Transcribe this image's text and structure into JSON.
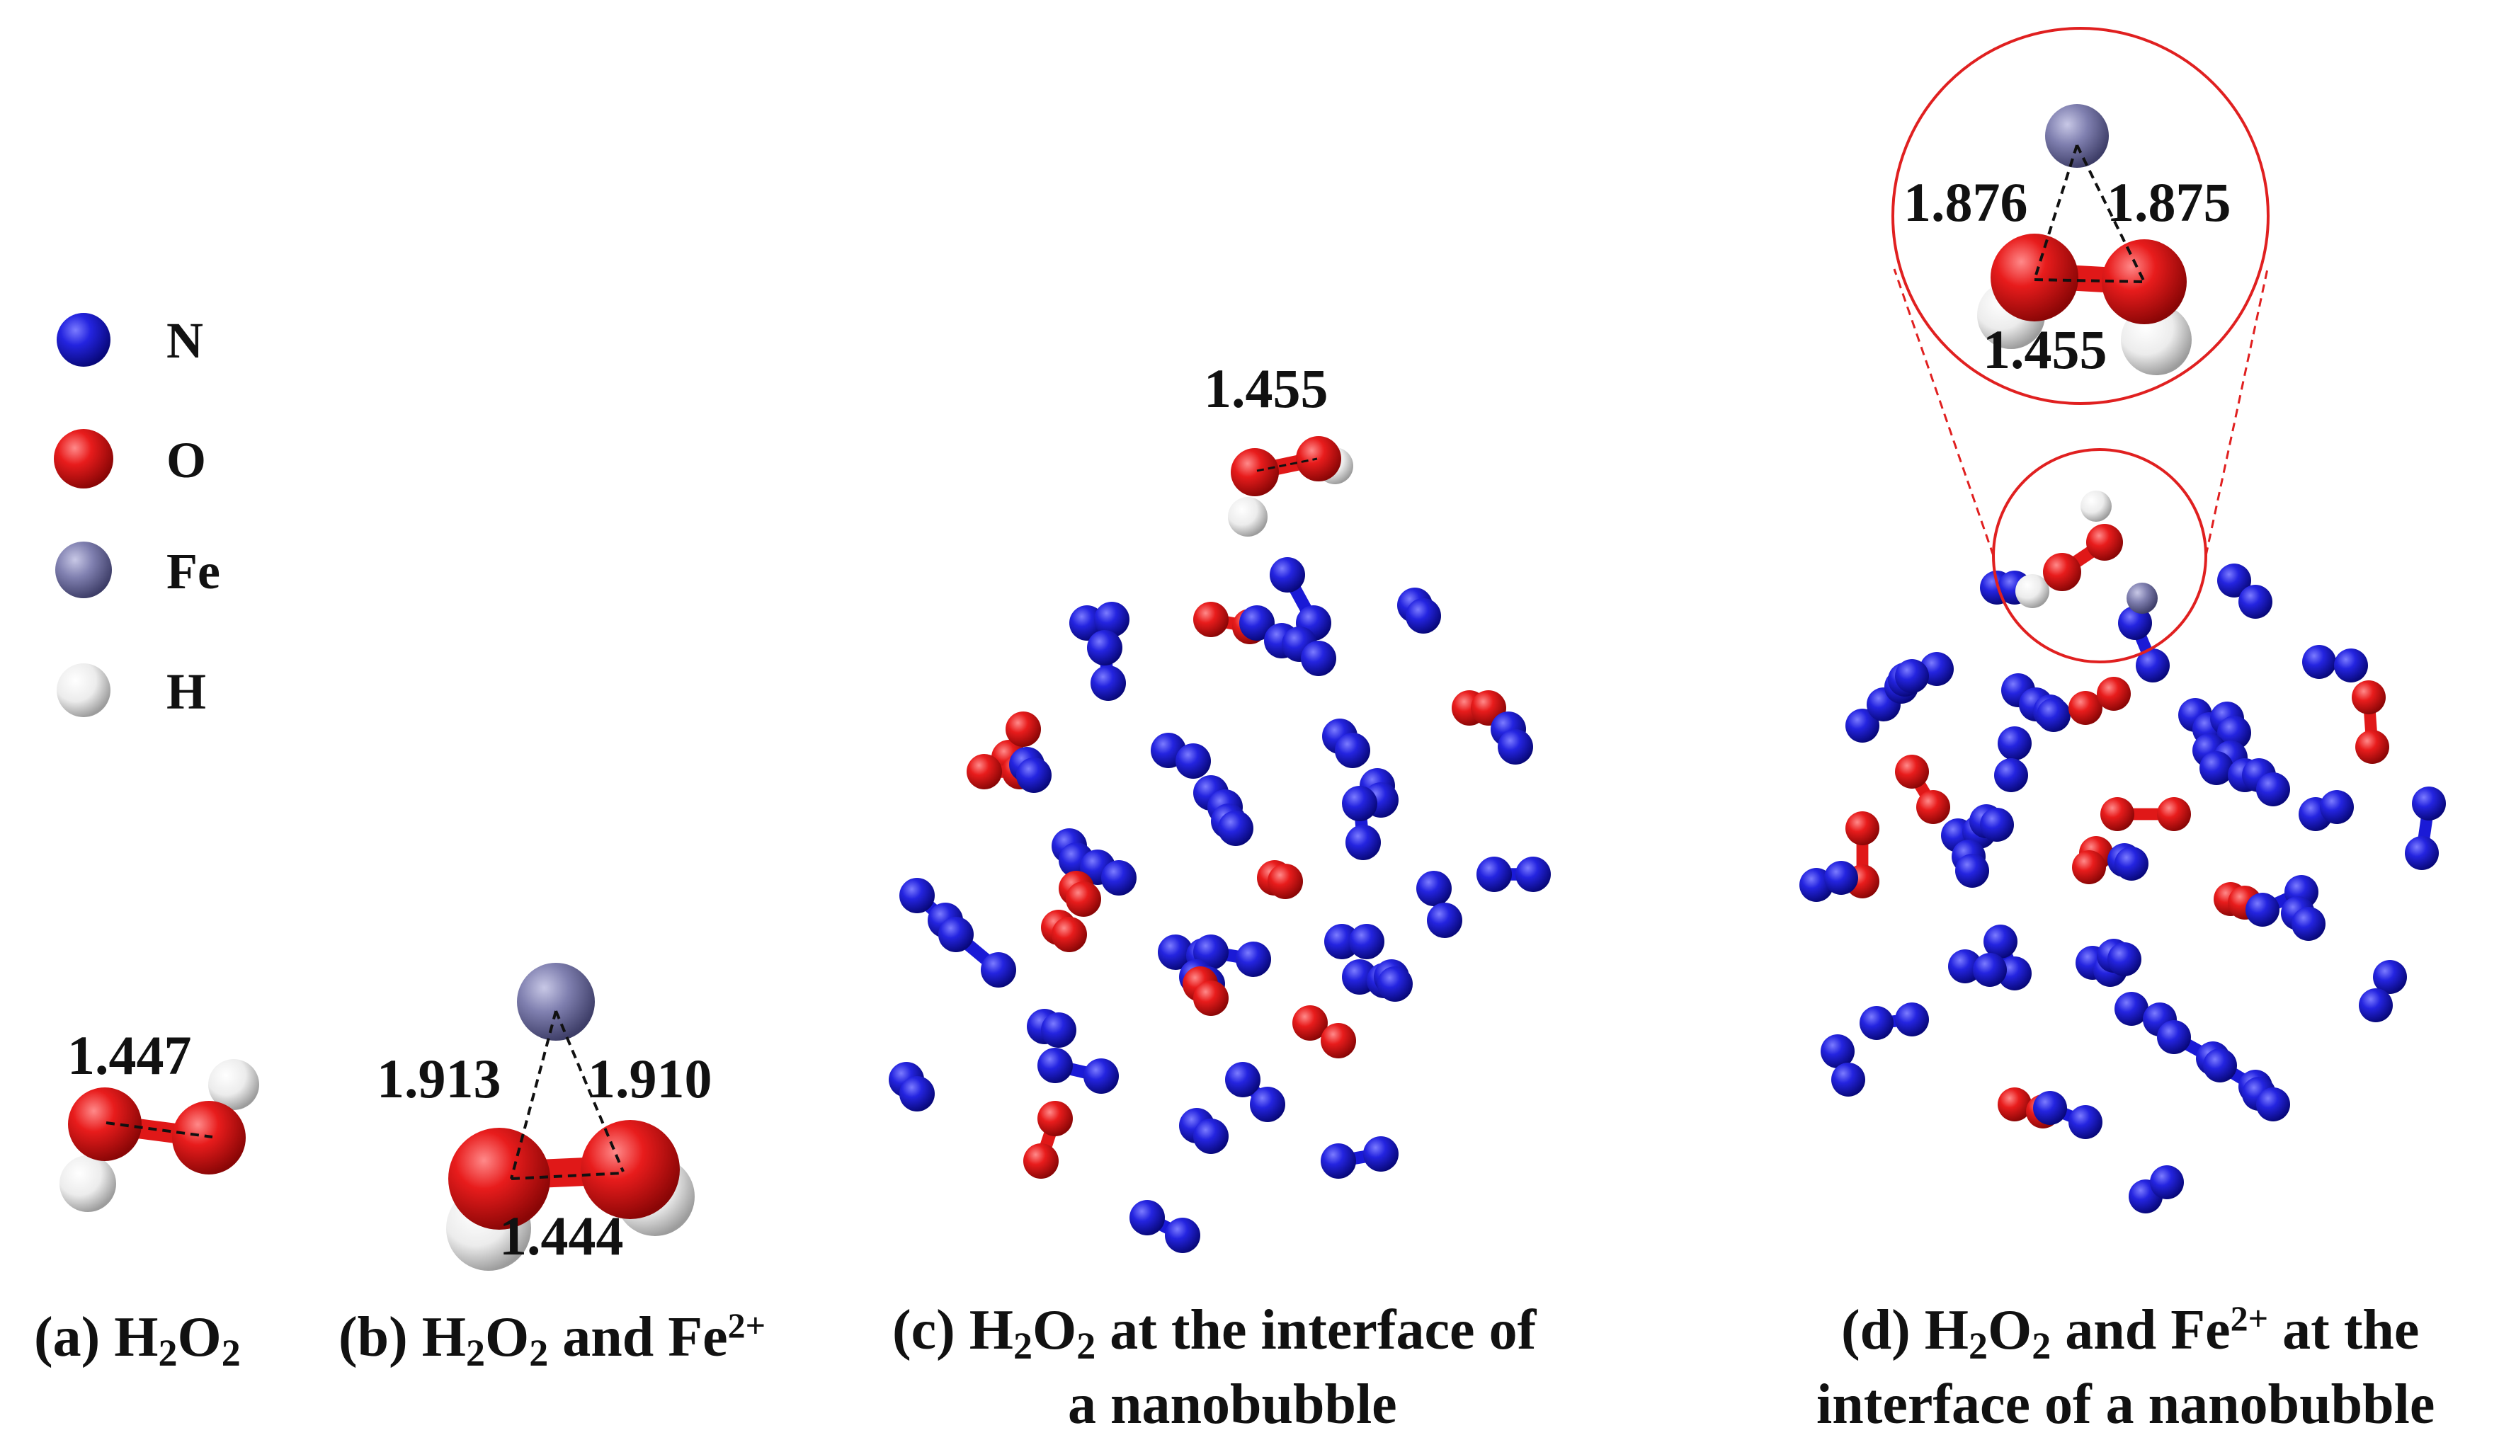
{
  "colors": {
    "N": "#1a1ad6",
    "O": "#e01818",
    "Fe": "#7a7aa8",
    "H": "#eeeeee",
    "zoom": "#e02020"
  },
  "legend": [
    {
      "element": "N",
      "label": "N"
    },
    {
      "element": "O",
      "label": "O"
    },
    {
      "element": "Fe",
      "label": "Fe"
    },
    {
      "element": "H",
      "label": "H"
    }
  ],
  "panels": {
    "a": {
      "caption_prefix": "(a) H",
      "caption_sub1": "2",
      "caption_mid": "O",
      "caption_sub2": "2",
      "distance": "1.447"
    },
    "b": {
      "caption_prefix": "(b) H",
      "caption_sub1": "2",
      "caption_mid": "O",
      "caption_sub2": "2",
      "caption_rest": " and Fe",
      "caption_sup": "2+",
      "distance_left": "1.913",
      "distance_right": "1.910",
      "distance_bond": "1.444"
    },
    "c": {
      "caption_line1_prefix": "(c) H",
      "caption_line1_sub1": "2",
      "caption_line1_mid": "O",
      "caption_line1_sub2": "2",
      "caption_line1_rest": " at the interface of",
      "caption_line2": "a nanobubble",
      "distance": "1.455"
    },
    "d": {
      "caption_line1_prefix": "(d) H",
      "caption_line1_sub1": "2",
      "caption_line1_mid": "O",
      "caption_line1_sub2": "2",
      "caption_line1_rest": " and Fe",
      "caption_line1_sup": "2+",
      "caption_line1_end": " at the",
      "caption_line2": "interface of a nanobubble",
      "distance_left": "1.876",
      "distance_right": "1.875",
      "distance_bond": "1.455"
    }
  }
}
